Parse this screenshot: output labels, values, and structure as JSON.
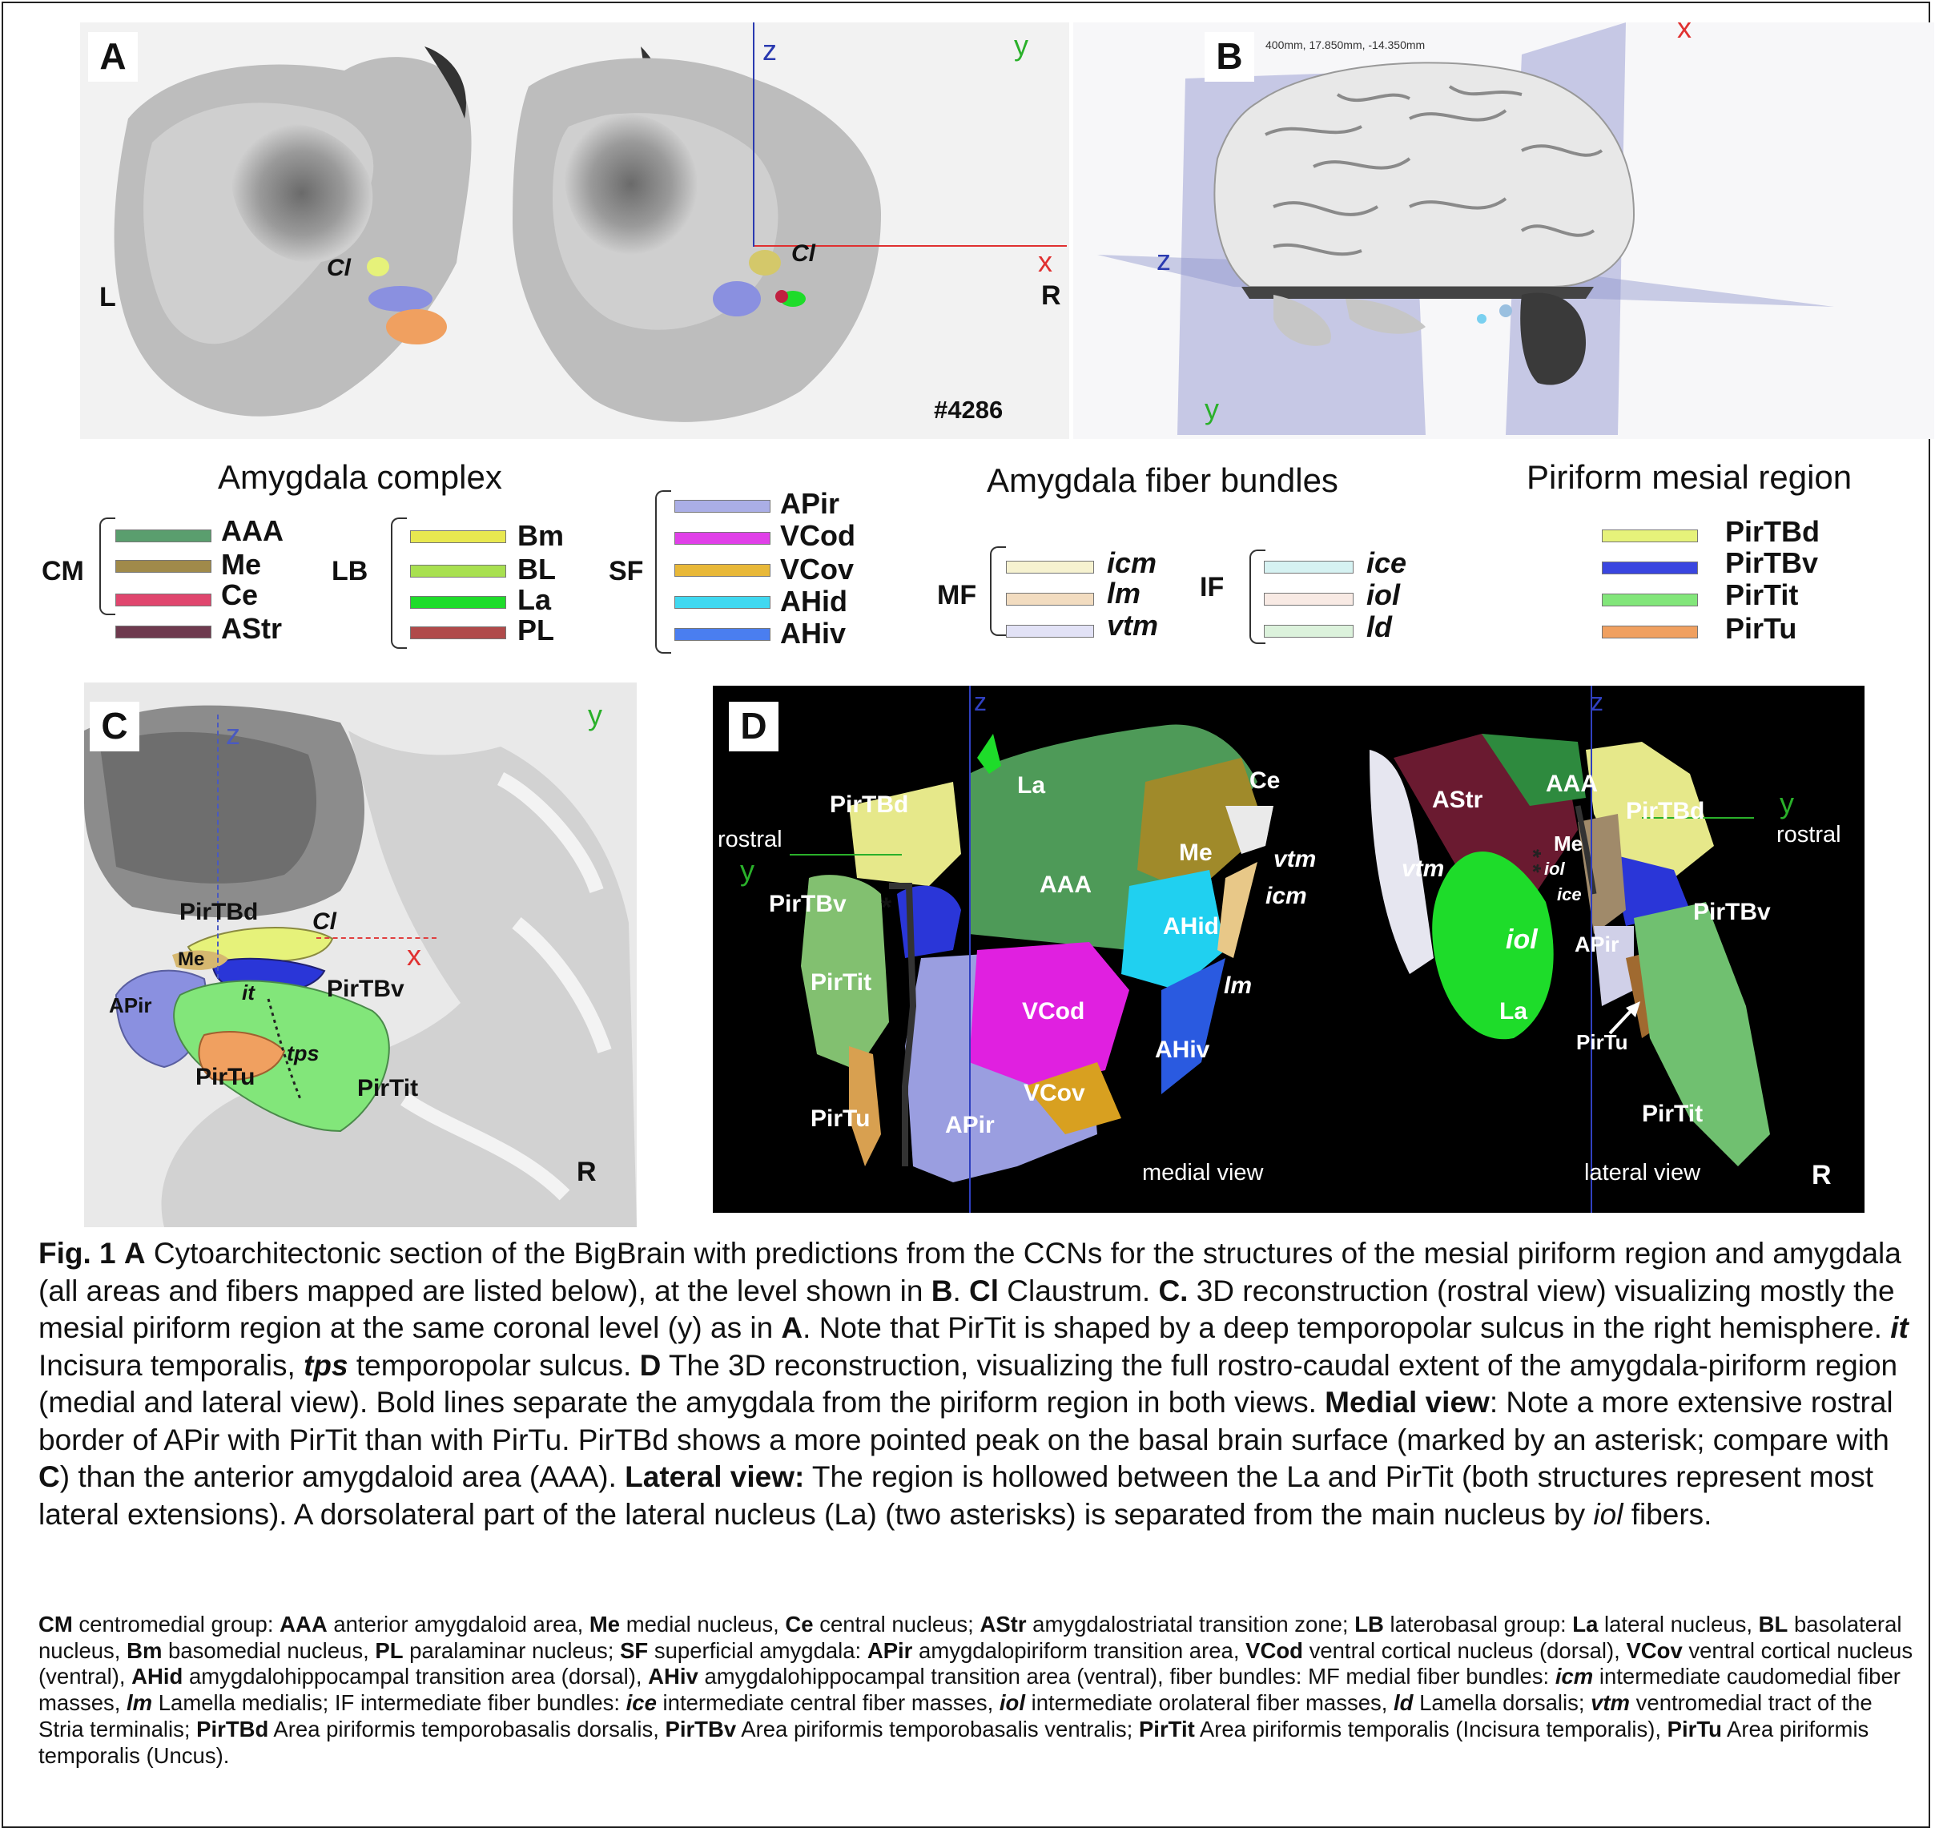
{
  "panel_a": {
    "label": "A",
    "axis_z": "z",
    "axis_y": "y",
    "axis_x": "x",
    "left_side": "L",
    "right_side": "R",
    "cl_left": "Cl",
    "cl_right": "Cl",
    "section_number": "#4286"
  },
  "panel_b": {
    "label": "B",
    "axis_x": "x",
    "axis_z": "z",
    "axis_y": "y",
    "viewer_readout": "400mm, 17.850mm, -14.350mm"
  },
  "legend": {
    "amygdala_title": "Amygdala complex",
    "fiber_title": "Amygdala fiber bundles",
    "piriform_title": "Piriform mesial region",
    "groups": [
      {
        "name": "CM",
        "items": [
          {
            "label": "AAA",
            "color": "#5a9e6e"
          },
          {
            "label": "Me",
            "color": "#a08a4a"
          },
          {
            "label": "Ce",
            "color": "#e0466e"
          },
          {
            "label": "AStr",
            "color": "#6e3a4e"
          }
        ]
      },
      {
        "name": "LB",
        "items": [
          {
            "label": "Bm",
            "color": "#e8e850"
          },
          {
            "label": "BL",
            "color": "#a8e050"
          },
          {
            "label": "La",
            "color": "#1edc2a"
          },
          {
            "label": "PL",
            "color": "#b04a4a"
          }
        ]
      },
      {
        "name": "SF",
        "items": [
          {
            "label": "APir",
            "color": "#aaaee6"
          },
          {
            "label": "VCod",
            "color": "#e040e8"
          },
          {
            "label": "VCov",
            "color": "#e8b838"
          },
          {
            "label": "AHid",
            "color": "#40d8f0"
          },
          {
            "label": "AHiv",
            "color": "#4a7ef0"
          }
        ]
      },
      {
        "name": "MF",
        "items": [
          {
            "label": "icm",
            "color": "#f6f2d0"
          },
          {
            "label": "lm",
            "color": "#f2dcc0"
          },
          {
            "label": "vtm",
            "color": "#e2e2f6"
          }
        ]
      },
      {
        "name": "IF",
        "items": [
          {
            "label": "ice",
            "color": "#d6f2f2"
          },
          {
            "label": "iol",
            "color": "#f8eae4"
          },
          {
            "label": "ld",
            "color": "#dcf2dc"
          }
        ]
      },
      {
        "name": "",
        "items": [
          {
            "label": "PirTBd",
            "color": "#e6f27a"
          },
          {
            "label": "PirTBv",
            "color": "#3a46e0"
          },
          {
            "label": "PirTit",
            "color": "#82e67a"
          },
          {
            "label": "PirTu",
            "color": "#f0a060"
          }
        ]
      }
    ]
  },
  "panel_c": {
    "label": "C",
    "axis_z": "z",
    "axis_y": "y",
    "axis_x": "x",
    "right_side": "R",
    "labels": {
      "pirtbd": "PirTBd",
      "cl": "Cl",
      "me": "Me",
      "pirtbv": "PirTBv",
      "apir": "APir",
      "it": "it",
      "tps": "tps",
      "pirtu": "PirTu",
      "pirtit": "PirTit"
    }
  },
  "panel_d": {
    "label": "D",
    "axis_z_medial": "z",
    "axis_z_lateral": "z",
    "axis_y_medial": "y",
    "axis_y_lateral": "y",
    "medial": {
      "view": "medial view",
      "rostral": "rostral",
      "pirtbd": "PirTBd",
      "la": "La",
      "ce": "Ce",
      "me": "Me",
      "vtm": "vtm",
      "aaa": "AAA",
      "icm": "icm",
      "pirtbv": "PirTBv",
      "asterisk": "*",
      "ahid": "AHid",
      "pirtit": "PirTit",
      "lm": "lm",
      "vcod": "VCod",
      "ahiv": "AHiv",
      "vcov": "VCov",
      "pirtu": "PirTu",
      "apir": "APir"
    },
    "lateral": {
      "view": "lateral view",
      "rostral": "rostral",
      "right_side": "R",
      "astr": "AStr",
      "aaa": "AAA",
      "pirtbd": "PirTBd",
      "vtm": "vtm",
      "me": "Me",
      "iol_small": "iol",
      "ice": "ice",
      "asterisks": "* *",
      "pirtbv": "PirTBv",
      "iol": "iol",
      "apir": "APir",
      "la": "La",
      "pirtu": "PirTu",
      "pirtit": "PirTit"
    }
  },
  "caption": {
    "fig": "Fig. 1",
    "a_letter": "A",
    "a_text": " Cytoarchitectonic section of the BigBrain with predictions from the CCNs for the structures of the mesial piriform region and amygdala (all areas and fibers mapped are listed below), at the level shown in ",
    "b_letter": "B",
    "after_b": ". ",
    "cl": "Cl",
    "cl_text": " Claustrum. ",
    "c_letter": "C.",
    "c_text": " 3D reconstruction (rostral view) visualizing mostly the mesial piriform region at the same coronal level (y) as in ",
    "a_ref": "A",
    "c_text2": ". Note that PirTit is shaped by a deep temporopolar sulcus in the right hemisphere.  ",
    "it": "it",
    "it_text": " Incisura temporalis, ",
    "tps": "tps",
    "tps_text": " temporopolar sulcus. ",
    "d_letter": "D",
    "d_text": " The 3D reconstruction, visualizing the full rostro-caudal extent of the amygdala-piriform region (medial and lateral view). Bold lines separate the amygdala from the piriform region in both views. ",
    "medial": "Medial view",
    "medial_text": ": Note a more extensive rostral border of APir with PirTit than with PirTu. PirTBd shows a more pointed peak on the basal brain surface (marked by an asterisk; compare with ",
    "c_ref": "C",
    "medial_text2": ") than the anterior amygdaloid area (AAA). ",
    "lateral": "Lateral view:",
    "lateral_text": " The region is hollowed between the La and PirTit (both structures represent most lateral extensions). A dorsolateral part of the lateral nucleus (La) (two asterisks) is separated from the main nucleus by ",
    "iol": "iol",
    "end": " fibers."
  },
  "abbreviations": [
    {
      "term": "CM",
      "desc": " centromedial group: ",
      "italic": false
    },
    {
      "term": "AAA",
      "desc": " anterior amygdaloid area, ",
      "italic": false
    },
    {
      "term": "Me",
      "desc": " medial nucleus, ",
      "italic": false
    },
    {
      "term": "Ce",
      "desc": " central nucleus; ",
      "italic": false
    },
    {
      "term": "AStr",
      "desc": " amygdalostriatal transition zone; ",
      "italic": false
    },
    {
      "term": "LB",
      "desc": " laterobasal group: ",
      "italic": false
    },
    {
      "term": "La",
      "desc": " lateral nucleus, ",
      "italic": false
    },
    {
      "term": "BL",
      "desc": " basolateral nucleus, ",
      "italic": false
    },
    {
      "term": "Bm",
      "desc": " basomedial nucleus, ",
      "italic": false
    },
    {
      "term": "PL",
      "desc": " paralaminar nucleus; ",
      "italic": false
    },
    {
      "term": "SF",
      "desc": " superficial amygdala: ",
      "italic": false
    },
    {
      "term": "APir",
      "desc": " amygdalopiriform transition area, ",
      "italic": false
    },
    {
      "term": "VCod",
      "desc": " ventral cortical nucleus (dorsal), ",
      "italic": false
    },
    {
      "term": "VCov",
      "desc": " ventral cortical nucleus (ventral), ",
      "italic": false
    },
    {
      "term": "AHid",
      "desc": " amygdalohippocampal transition area (dorsal), ",
      "italic": false
    },
    {
      "term": "AHiv",
      "desc": " amygdalohippocampal transition area (ventral), fiber bundles: MF medial fiber bundles: ",
      "italic": false
    },
    {
      "term": "icm",
      "desc": " intermediate caudomedial fiber masses, ",
      "italic": true
    },
    {
      "term": "lm",
      "desc": " Lamella medialis; IF intermediate fiber bundles: ",
      "italic": true
    },
    {
      "term": "ice",
      "desc": " intermediate central fiber masses, ",
      "italic": true
    },
    {
      "term": "iol",
      "desc": " intermediate orolateral fiber masses, ",
      "italic": true
    },
    {
      "term": "ld",
      "desc": " Lamella dorsalis; ",
      "italic": true
    },
    {
      "term": "vtm",
      "desc": " ventromedial tract of the Stria terminalis; ",
      "italic": true
    },
    {
      "term": "PirTBd",
      "desc": " Area piriformis temporobasalis dorsalis, ",
      "italic": false
    },
    {
      "term": "PirTBv",
      "desc": " Area piriformis temporobasalis ventralis; ",
      "italic": false
    },
    {
      "term": "PirTit",
      "desc": " Area piriformis temporalis (Incisura temporalis), ",
      "italic": false
    },
    {
      "term": "PirTu",
      "desc": " Area piriformis temporalis (Uncus).",
      "italic": false
    }
  ]
}
